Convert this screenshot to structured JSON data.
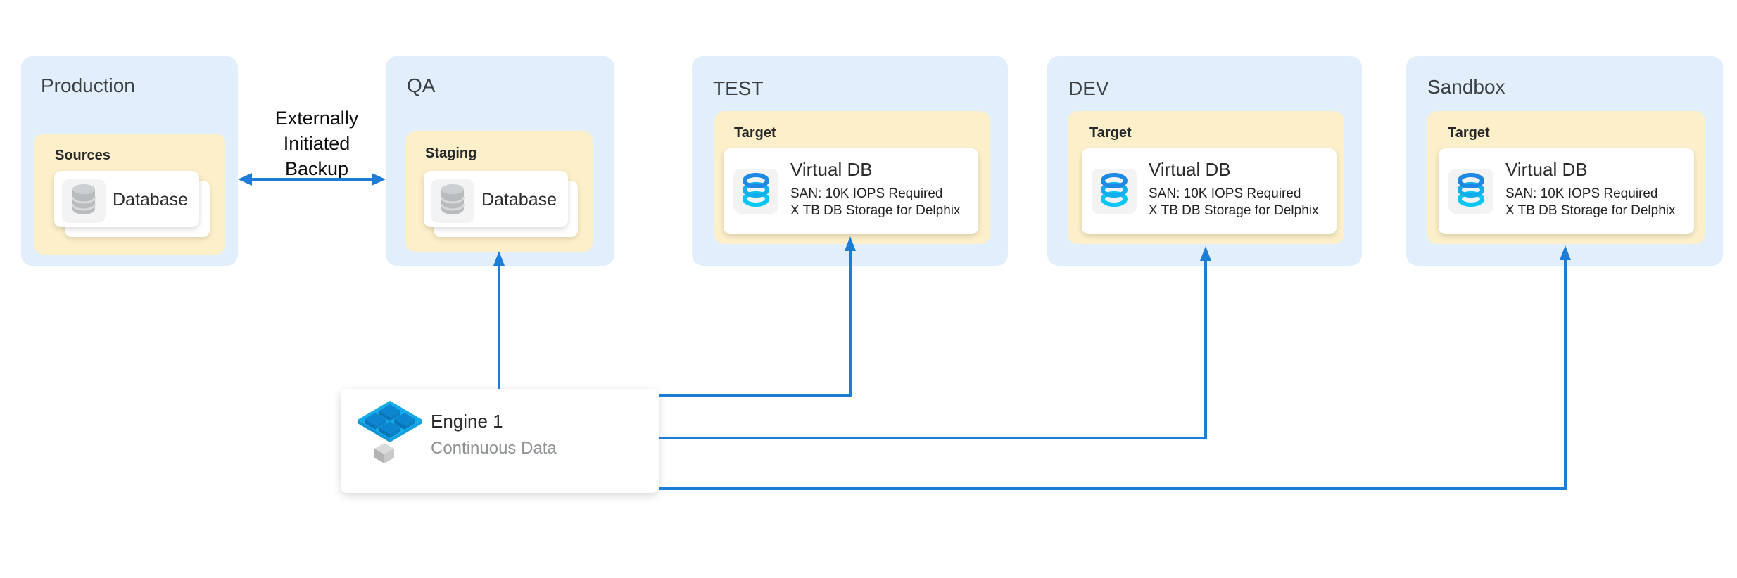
{
  "backup_flow": {
    "lines": [
      "Externally",
      "Initiated",
      "Backup"
    ]
  },
  "environments": [
    {
      "title": "Production",
      "group_label": "Sources",
      "card": {
        "title": "Database",
        "icon": "database-icon"
      }
    },
    {
      "title": "QA",
      "group_label": "Staging",
      "card": {
        "title": "Database",
        "icon": "database-icon"
      }
    },
    {
      "title": "TEST",
      "group_label": "Target",
      "card": {
        "title": "Virtual DB",
        "icon": "virtual-db-icon",
        "detail_1": "SAN: 10K IOPS Required",
        "detail_2": "X TB DB Storage for Delphix"
      }
    },
    {
      "title": "DEV",
      "group_label": "Target",
      "card": {
        "title": "Virtual DB",
        "icon": "virtual-db-icon",
        "detail_1": "SAN: 10K IOPS Required",
        "detail_2": "X TB DB Storage for Delphix"
      }
    },
    {
      "title": "Sandbox",
      "group_label": "Target",
      "card": {
        "title": "Virtual DB",
        "icon": "virtual-db-icon",
        "detail_1": "SAN: 10K IOPS Required",
        "detail_2": "X TB DB Storage for Delphix"
      }
    }
  ],
  "engine": {
    "title": "Engine 1",
    "subtitle": "Continuous Data",
    "icon": "delphix-engine-icon"
  },
  "colors": {
    "environment_fill": "#e1eefb",
    "group_fill": "#fcefc9",
    "card_fill": "#ffffff",
    "connector_blue": "#1c7cd6",
    "icon_tile_gray": "#f3f3f4",
    "database_icon_gray": "#b9bcbe",
    "virtual_db_ring_blue": "#1e88e5",
    "virtual_db_ring_cyan": "#06c6f5",
    "engine_icon_blue": "#16abe8"
  }
}
